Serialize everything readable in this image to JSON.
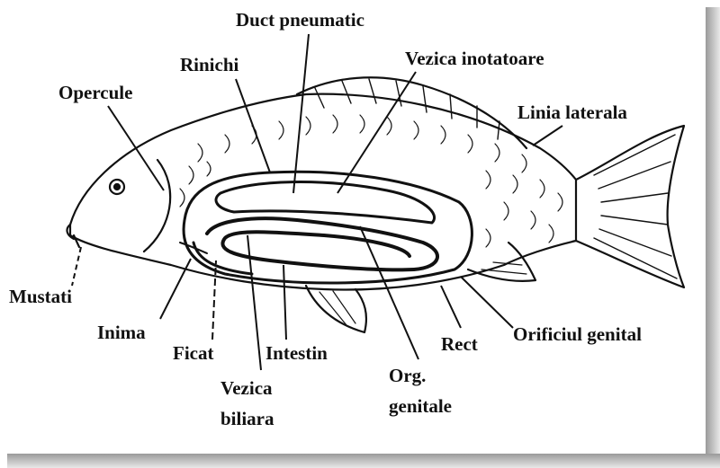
{
  "labels": {
    "duct_pneumatic": "Duct pneumatic",
    "rinichi": "Rinichi",
    "vezica_inotatoare": "Vezica inotatoare",
    "opercule": "Opercule",
    "linia_laterala": "Linia laterala",
    "mustati": "Mustati",
    "inima": "Inima",
    "ficat": "Ficat",
    "intestin": "Intestin",
    "vezica_biliara_1": "Vezica",
    "vezica_biliara_2": "biliara",
    "org_genitale_1": "Org.",
    "org_genitale_2": "genitale",
    "rect": "Rect",
    "orificiul_genital": "Orificiul genital"
  }
}
